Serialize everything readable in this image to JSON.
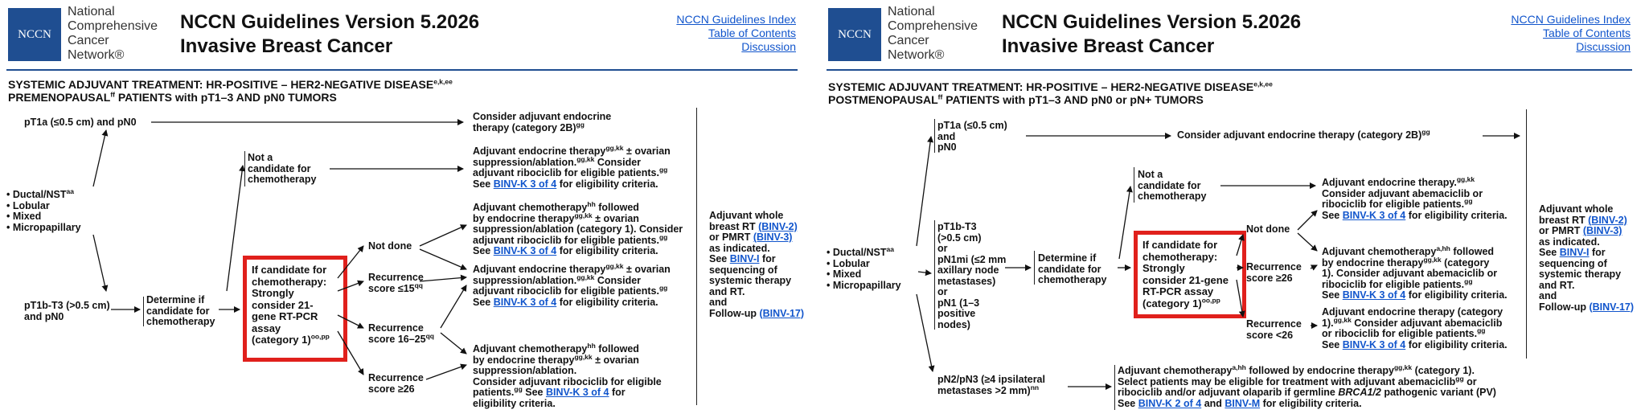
{
  "panels": [
    {
      "logo": {
        "badge": "NCCN",
        "org": [
          "National",
          "Comprehensive",
          "Cancer",
          "Network®"
        ]
      },
      "title": {
        "line1": "NCCN Guidelines Version 5.2026",
        "line2": "Invasive Breast Cancer"
      },
      "links": [
        "NCCN Guidelines Index",
        "Table of Contents",
        "Discussion"
      ],
      "section_title": "SYSTEMIC ADJUVANT TREATMENT: HR-POSITIVE – HER2-NEGATIVE DISEASE",
      "section_title_sup": "e,k,ee",
      "subtitle_pre": "PREMENOPAUSAL",
      "subtitle_sup": "ff",
      "subtitle_post": " PATIENTS with pT1–3 AND pN0 TUMORS",
      "histology": [
        "• Ductal/NST",
        "• Lobular",
        "• Mixed",
        "• Micropapillary"
      ],
      "histology_sup": "aa",
      "pt1a": "pT1a (≤0.5 cm) and pN0",
      "pt1a_outcome": {
        "l1": "Consider adjuvant endocrine",
        "l2": "therapy (category 2B)",
        "sup": "gg"
      },
      "pt1b": {
        "l1": "pT1b-T3 (>0.5 cm)",
        "l2": "and pN0"
      },
      "determine": [
        "Determine if",
        "candidate for",
        "chemotherapy"
      ],
      "not_candidate": [
        "Not a",
        "candidate for",
        "chemotherapy"
      ],
      "not_candidate_outcome": {
        "l1": "Adjuvant endocrine therapy",
        "s1": "gg,kk",
        "l1b": " ± ovarian",
        "l2": "suppression/ablation.",
        "s2": "gg,kk",
        "l2b": " Consider",
        "l3": "adjuvant ribociclib for eligible patients.",
        "s3": "gg",
        "see": "See ",
        "link": "BINV-K 3 of 4",
        "tail": " for eligibility criteria."
      },
      "redbox": [
        "If candidate for",
        "chemotherapy:",
        "Strongly",
        "consider 21-",
        "gene RT-PCR",
        "assay",
        "(category 1)"
      ],
      "redbox_sup": "oo,pp",
      "scores": {
        "not_done": "Not done",
        "le15": "Recurrence",
        "le15b": "score ≤15",
        "le15_sup": "qq",
        "r16": "Recurrence",
        "r16b": "score 16–25",
        "r16_sup": "qq",
        "ge26": "Recurrence",
        "ge26b": "score ≥26"
      },
      "outcome_chemo1": {
        "l1": "Adjuvant chemotherapy",
        "s1": "hh",
        "l1b": " followed",
        "l2": "by endocrine therapy",
        "s2": "gg,kk",
        "l2b": " ± ovarian",
        "l3": "suppression/ablation (category 1). Consider",
        "l4": "adjuvant ribociclib for eligible patients.",
        "s4": "gg",
        "see": "See ",
        "link": "BINV-K 3 of 4",
        "tail": " for eligibility criteria."
      },
      "outcome_endo2": {
        "l1": "Adjuvant endocrine therapy",
        "s1": "gg,kk",
        "l1b": " ± ovarian",
        "l2": "suppression/ablation.",
        "s2": "gg,kk",
        "l2b": " Consider",
        "l3": "adjuvant ribociclib for eligible patients.",
        "s3": "gg",
        "see": "See ",
        "link": "BINV-K 3 of 4",
        "tail": " for eligibility criteria."
      },
      "outcome_chemo3": {
        "l1": "Adjuvant chemotherapy",
        "s1": "hh",
        "l1b": " followed",
        "l2": "by endocrine therapy",
        "s2": "gg,kk",
        "l2b": " ± ovarian",
        "l3": "suppression/ablation.",
        "l4": "Consider adjuvant ribociclib for eligible",
        "l5": "patients.",
        "s5": "gg",
        "l5b": " See ",
        "link": "BINV-K 3 of 4",
        "l5c": " for",
        "l6": "eligibility criteria."
      },
      "final": {
        "l1": "Adjuvant whole",
        "l2": "breast RT ",
        "link1": "(BINV-2)",
        "l3": "or PMRT ",
        "link2": "(BINV-3)",
        "l4": "as indicated.",
        "l5": "See ",
        "link3": "BINV-I",
        "l5b": " for",
        "l6": "sequencing of",
        "l7": "systemic therapy",
        "l8": "and RT.",
        "l9": "and",
        "l10": "Follow-up ",
        "link4": "(BINV-17)"
      }
    },
    {
      "logo": {
        "badge": "NCCN",
        "org": [
          "National",
          "Comprehensive",
          "Cancer",
          "Network®"
        ]
      },
      "title": {
        "line1": "NCCN Guidelines Version 5.2026",
        "line2": "Invasive Breast Cancer"
      },
      "links": [
        "NCCN Guidelines Index",
        "Table of Contents",
        "Discussion"
      ],
      "section_title": "SYSTEMIC ADJUVANT TREATMENT: HR-POSITIVE – HER2-NEGATIVE DISEASE",
      "section_title_sup": "e,k,ee",
      "subtitle_pre": "POSTMENOPAUSAL",
      "subtitle_sup": "ff",
      "subtitle_post": " PATIENTS with pT1–3 AND pN0 or pN+ TUMORS",
      "histology": [
        "• Ductal/NST",
        "• Lobular",
        "• Mixed",
        "• Micropapillary"
      ],
      "histology_sup": "aa",
      "pt1a": [
        "pT1a (≤0.5 cm)",
        "and",
        "pN0"
      ],
      "pt1a_outcome": {
        "l1": "Consider adjuvant endocrine therapy (category 2B)",
        "sup": "gg"
      },
      "pt1b": [
        "pT1b-T3",
        "(>0.5 cm)",
        "or",
        "pN1mi (≤2 mm",
        "axillary node",
        "metastases)",
        "or",
        "pN1 (1–3",
        "positive",
        "nodes)"
      ],
      "determine": [
        "Determine if",
        "candidate for",
        "chemotherapy"
      ],
      "not_candidate": [
        "Not a",
        "candidate for",
        "chemotherapy"
      ],
      "not_candidate_outcome": {
        "l1": "Adjuvant endocrine therapy.",
        "s1": "gg,kk",
        "l2": "Consider adjuvant abemaciclib or",
        "l3": "ribociclib for eligible patients.",
        "s3": "gg",
        "see": "See ",
        "link": "BINV-K 3 of 4",
        "tail": " for eligibility criteria."
      },
      "redbox": [
        "If candidate for",
        "chemotherapy:",
        "Strongly",
        "consider 21-gene",
        "RT-PCR assay",
        "(category 1)"
      ],
      "redbox_sup": "oo,pp",
      "scores": {
        "not_done": "Not done",
        "ge26": "Recurrence",
        "ge26b": "score ≥26",
        "lt26": "Recurrence",
        "lt26b": "score <26"
      },
      "outcome_chemo": {
        "l1": "Adjuvant chemotherapy",
        "s1": "a,hh",
        "l1b": " followed",
        "l2": "by endocrine therapy",
        "s2": "gg,kk",
        "l2b": " (category",
        "l3": "1). Consider adjuvant abemaciclib or",
        "l4": "ribociclib for eligible patients.",
        "s4": "gg",
        "see": "See ",
        "link": "BINV-K 3 of 4",
        "tail": " for eligibility criteria."
      },
      "outcome_endo": {
        "l1": "Adjuvant endocrine therapy (category",
        "l2": "1).",
        "s2": "gg,kk",
        "l2b": " Consider adjuvant abemaciclib",
        "l3": "or ribociclib for eligible patients.",
        "s3": "gg",
        "see": "See ",
        "link": "BINV-K 3 of 4",
        "tail": " for eligibility criteria."
      },
      "pn2": {
        "l1": "pN2/pN3 (≥4 ipsilateral",
        "l2": "metastases >2 mm)",
        "sup": "nn"
      },
      "pn2_outcome": {
        "l1": "Adjuvant chemotherapy",
        "s1": "a,hh",
        "l1b": " followed by endocrine therapy",
        "s1b": "gg,kk",
        "l1c": " (category 1).",
        "l2": "Select patients may be eligible for treatment with adjuvant abemaciclib",
        "s2": "gg",
        "l2b": " or",
        "l3": "ribociclib and/or adjuvant olaparib if germline ",
        "l3i": "BRCA1/2",
        "l3b": " pathogenic variant (PV)",
        "see": "See ",
        "link1": "BINV-K 2 of 4",
        "and": " and ",
        "link2": "BINV-M",
        "tail": " for eligibility criteria."
      },
      "final": {
        "l1": "Adjuvant whole",
        "l2": "breast RT ",
        "link1": "(BINV-2)",
        "l3": "or PMRT ",
        "link2": "(BINV-3)",
        "l4": "as indicated.",
        "l5": "See ",
        "link3": "BINV-I",
        "l5b": " for",
        "l6": "sequencing of",
        "l7": "systemic therapy",
        "l8": "and RT.",
        "l9": "and",
        "l10": "Follow-up ",
        "link4": "(BINV-17)"
      }
    }
  ]
}
